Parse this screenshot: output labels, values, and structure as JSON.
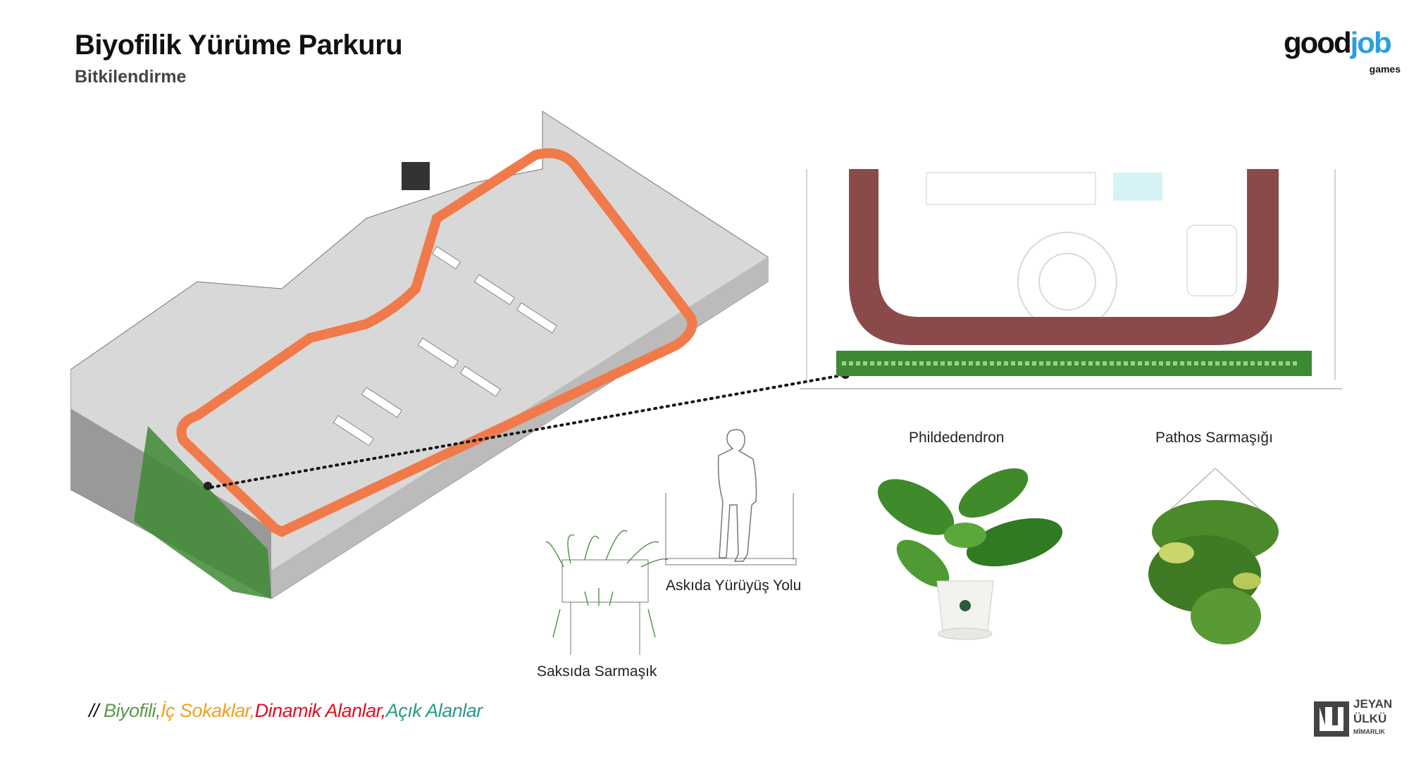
{
  "header": {
    "title": "Biyofilik Yürüme Parkuru",
    "subtitle": "Bitkilendirme"
  },
  "logo": {
    "part1": "good",
    "part2": "job",
    "part3": "games"
  },
  "labels": {
    "philodendron": "Phildedendron",
    "pothos": "Pathos Sarmaşığı",
    "walkway": "Askıda Yürüyüş Yolu",
    "planter": "Saksıda Sarmaşık"
  },
  "legend": {
    "prefix": "// ",
    "items": [
      {
        "text": "Biyofili,",
        "color": "#5a9a4a"
      },
      {
        "text": "İç Sokaklar,",
        "color": "#f0a020"
      },
      {
        "text": "Dinamik Alanlar,",
        "color": "#e01020"
      },
      {
        "text": "Açık Alanlar",
        "color": "#2a9a8a"
      }
    ]
  },
  "studio_logo": {
    "line1": "JEYAN",
    "line2": "ÜLKÜ",
    "line3": "MİMARLIK"
  },
  "colors": {
    "track": "#8b4a4a",
    "path": "#f07a4a",
    "green": "#3e8a34"
  }
}
